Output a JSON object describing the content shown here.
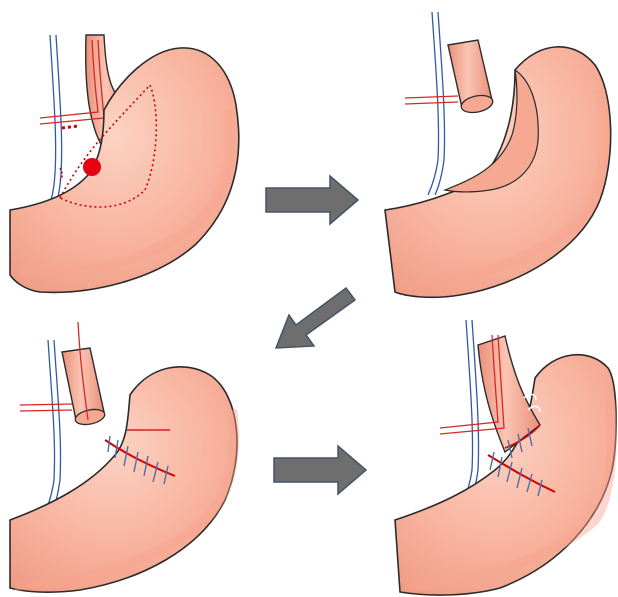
{
  "figure": {
    "panels": [
      {
        "id": "panel-1",
        "stage": "pre-resection",
        "markers": [
          "tumor-dot",
          "resection-line",
          "ligation-marks"
        ]
      },
      {
        "id": "panel-2",
        "stage": "after-resection"
      },
      {
        "id": "panel-3",
        "stage": "closure-and-new-opening"
      },
      {
        "id": "panel-4",
        "stage": "esophagogastric-anastomosis"
      }
    ],
    "arrows": [
      {
        "from": "panel-1",
        "to": "panel-2",
        "direction": "right"
      },
      {
        "from": "panel-2",
        "to": "panel-3",
        "direction": "down-left"
      },
      {
        "from": "panel-3",
        "to": "panel-4",
        "direction": "right"
      }
    ],
    "colors": {
      "stomach_fill": "#f8b39e",
      "stomach_inner": "#fbc7b6",
      "stomach_shadow": "#ef9c86",
      "stomach_outline": "#2b2b2b",
      "tumor": "#e60012",
      "resection_line": "#d00000",
      "suture": "#4f6da8",
      "vessel_blue": "#2f5aa8",
      "vessel_red": "#d62828",
      "arrow_fill": "#6e6e6e",
      "arrow_stroke": "#44546a"
    }
  }
}
